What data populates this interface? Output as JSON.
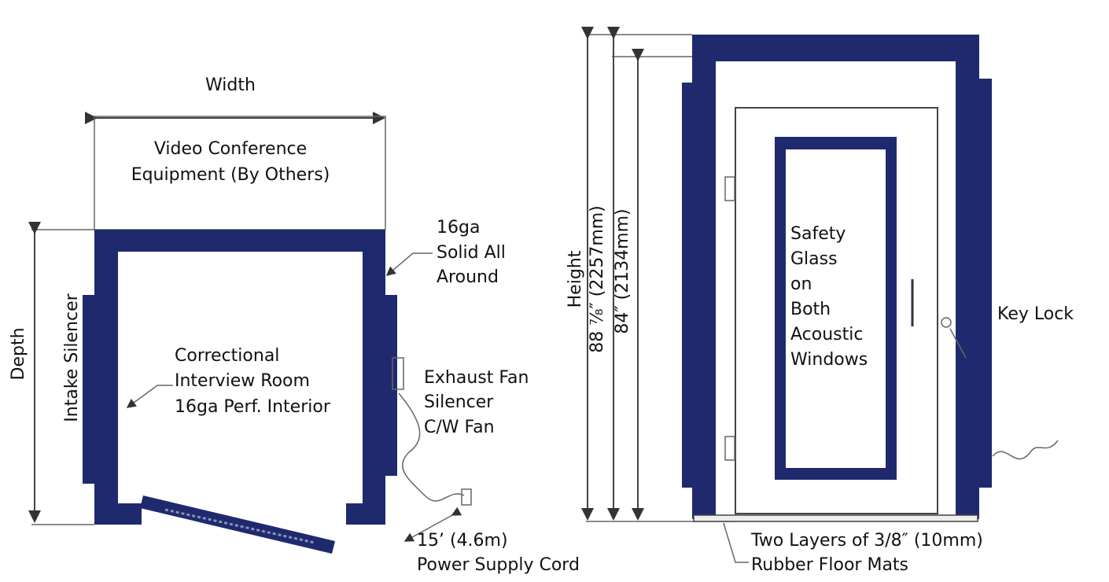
{
  "colors": {
    "frame": "#1f2a6e",
    "line": "#444444"
  },
  "plan_view": {
    "width_label": "Width",
    "equipment_label": [
      "Video Conference",
      "Equipment (By Others)"
    ],
    "depth_label": "Depth",
    "intake_label": "Intake Silencer",
    "room_label": [
      "Correctional",
      "Interview Room",
      "16ga Perf. Interior"
    ],
    "solid_label": [
      "16ga",
      "Solid All",
      "Around"
    ],
    "exhaust_label": [
      "Exhaust Fan",
      "Silencer",
      "C/W Fan"
    ],
    "cord_label": [
      "15’ (4.6m)",
      "Power Supply Cord"
    ]
  },
  "elevation_view": {
    "height_label": "Height",
    "outer_height": "88 ⁷⁄₈″ (2257mm)",
    "inner_height": "84″ (2134mm)",
    "glass_label": [
      "Safety",
      "Glass",
      "on",
      "Both",
      "Acoustic",
      "Windows"
    ],
    "lock_label": "Key Lock",
    "mats_label": [
      "Two Layers of 3/8″ (10mm)",
      "Rubber Floor Mats"
    ]
  }
}
